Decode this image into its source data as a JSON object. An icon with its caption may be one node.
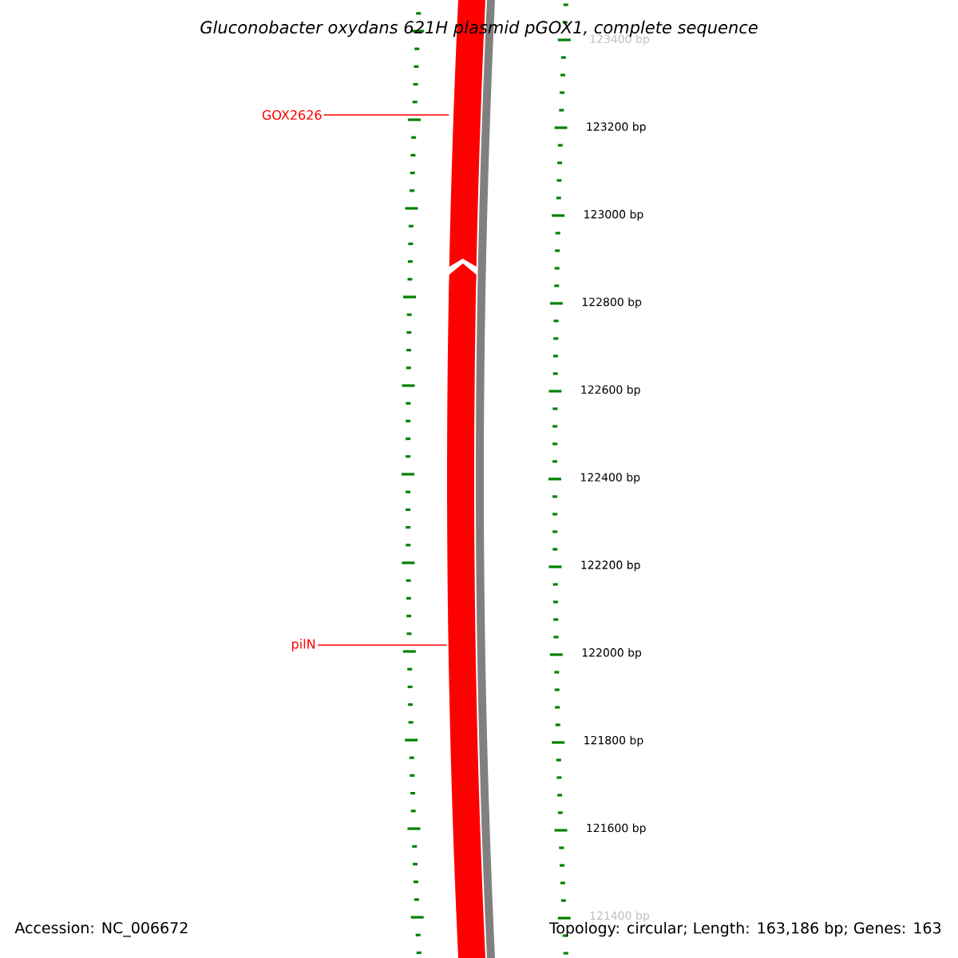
{
  "diagram": {
    "title": "Gluconobacter oxydans 621H plasmid pGOX1, complete sequence",
    "nodes": [
      {
        "text": [
          "GOX2626"
        ]
      },
      {
        "text": [
          "pilN"
        ]
      },
      {
        "text": [],
        "shape": "arrow"
      },
      {
        "text": [],
        "shape": "arrow"
      }
    ],
    "edges": [
      {
        "from": 0,
        "to": 2,
        "arrow": "none"
      },
      {
        "from": 1,
        "to": 3,
        "arrow": "none"
      }
    ],
    "labels": [
      "123400 bp",
      "123200 bp",
      "123000 bp",
      "122800 bp",
      "122600 bp",
      "122400 bp",
      "122200 bp",
      "122000 bp",
      "121800 bp",
      "121600 bp",
      "121400 bp",
      "Accession: NC_006672",
      "Topology: circular; Length: 163,186 bp; Genes: 163"
    ]
  }
}
